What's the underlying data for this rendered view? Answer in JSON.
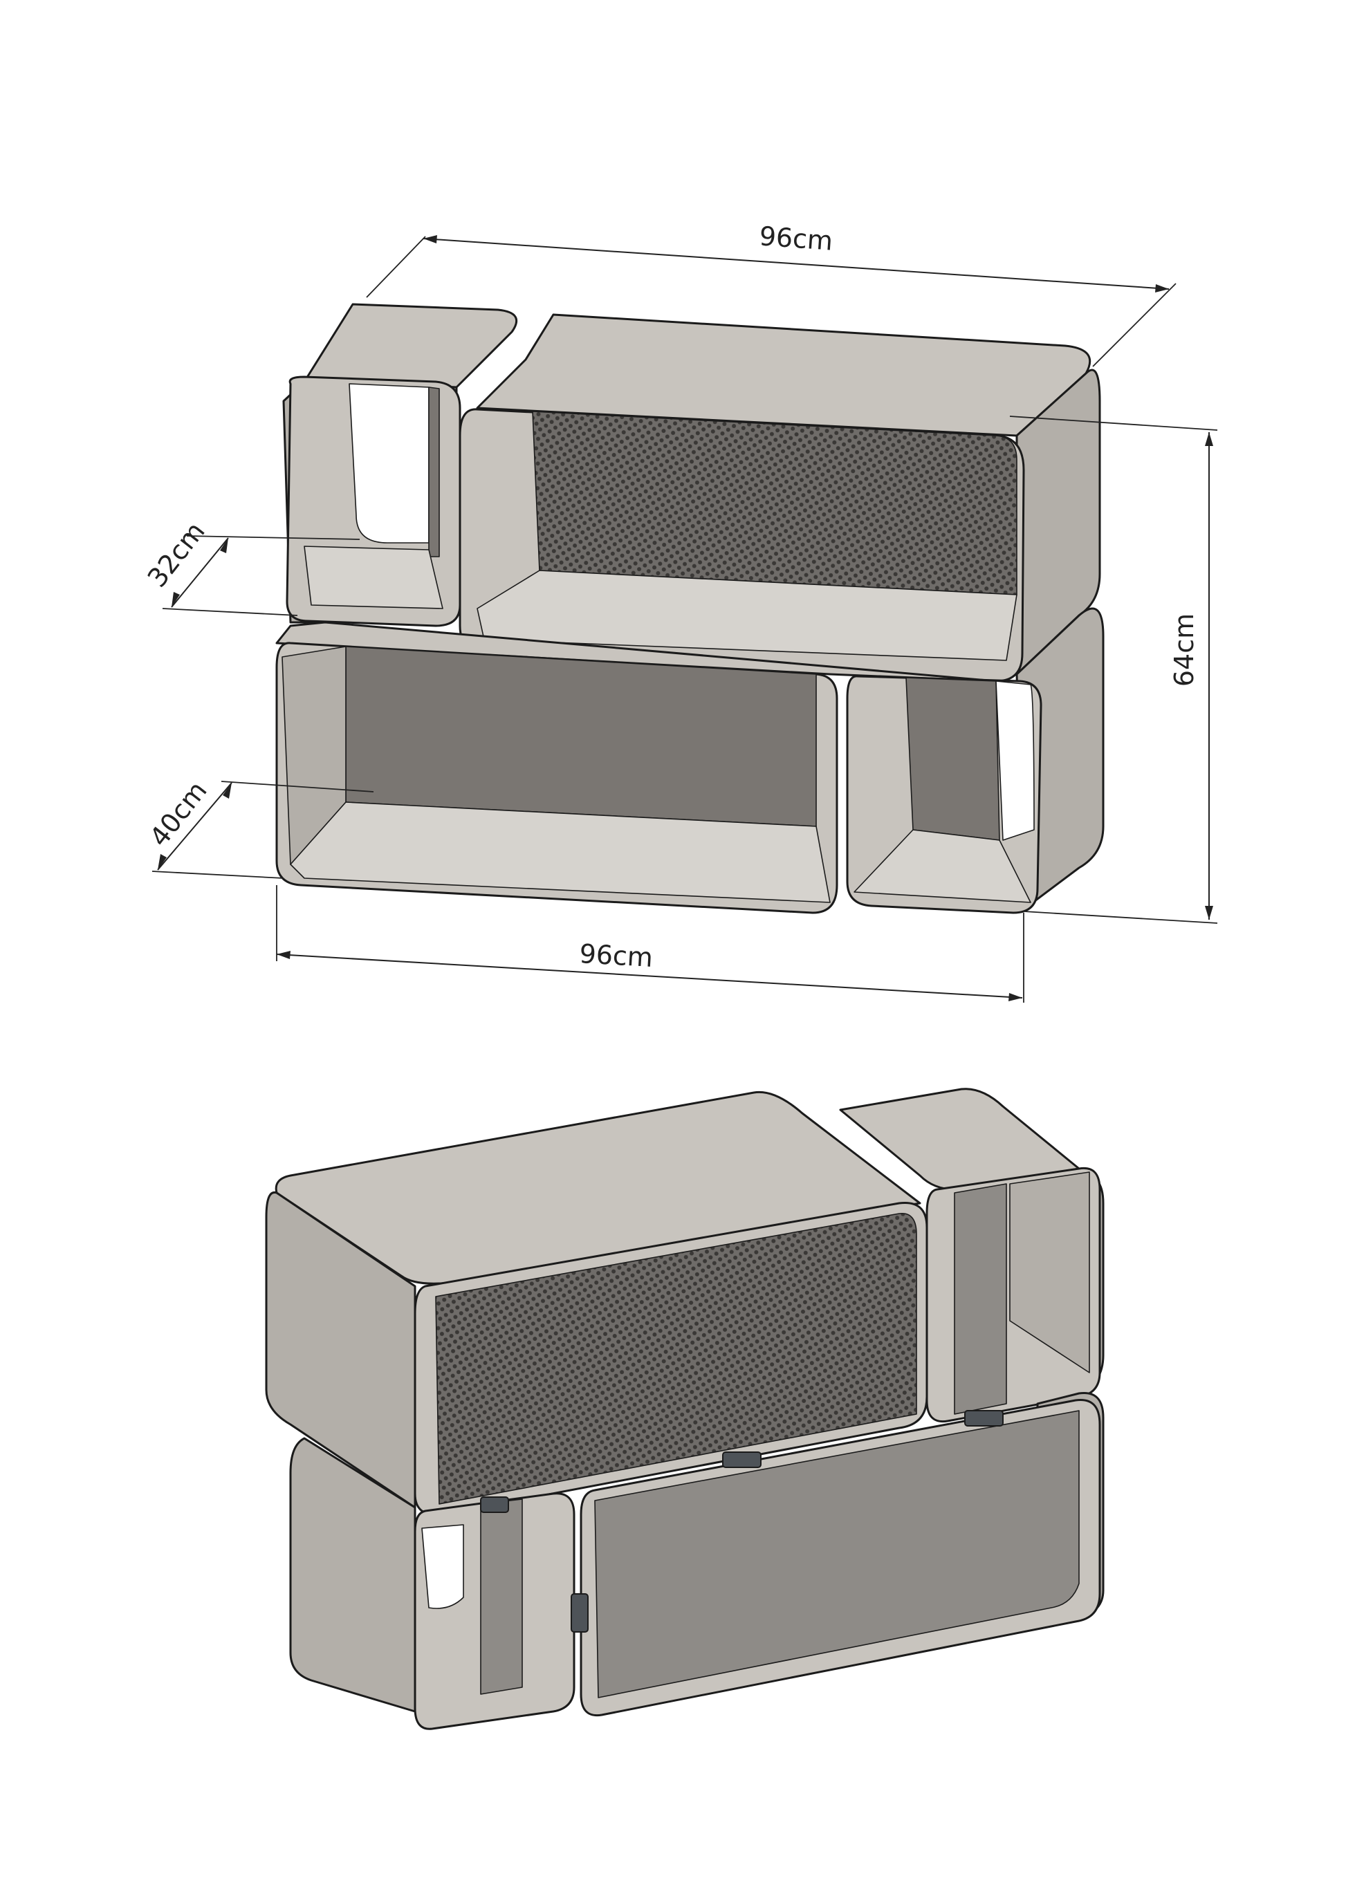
{
  "dimensions": {
    "top_width": "96cm",
    "height": "64cm",
    "depth_upper": "32cm",
    "depth_lower": "40cm",
    "bottom_width": "96cm"
  },
  "colors": {
    "panel_light": "#c8c4be",
    "panel_mid": "#b3afa9",
    "panel_dark": "#7a7672",
    "panel_darker": "#8e8b87",
    "perforated": "#6f6c69",
    "hinge": "#4e5358",
    "line": "#1b1b1b"
  }
}
